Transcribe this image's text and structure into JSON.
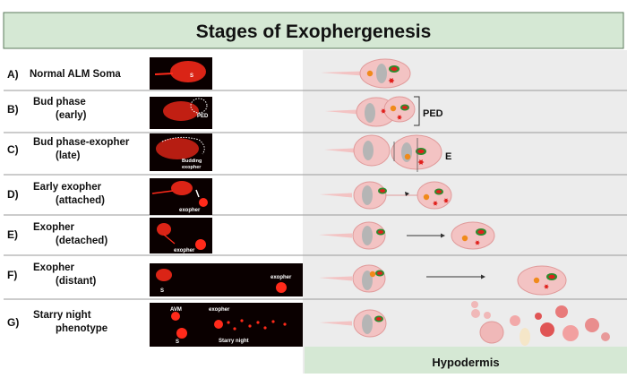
{
  "title": "Stages of Exophergenesis",
  "footer_label": "Hypodermis",
  "rows": [
    {
      "letter": "A)",
      "label": [
        "Normal ALM Soma"
      ],
      "micro": [
        "S"
      ]
    },
    {
      "letter": "B)",
      "label": [
        "Bud phase",
        "(early)"
      ],
      "micro": [
        "PED"
      ],
      "side_label": "PED"
    },
    {
      "letter": "C)",
      "label": [
        "Bud phase-exopher",
        "(late)"
      ],
      "micro": [
        "Budding",
        "exopher"
      ],
      "side_label": "E"
    },
    {
      "letter": "D)",
      "label": [
        "Early exopher",
        "(attached)"
      ],
      "micro": [
        "exopher"
      ]
    },
    {
      "letter": "E)",
      "label": [
        "Exopher",
        "(detached)"
      ],
      "micro": [
        "exopher"
      ]
    },
    {
      "letter": "F)",
      "label": [
        "Exopher",
        "(distant)"
      ],
      "micro": [
        "S",
        "exopher"
      ]
    },
    {
      "letter": "G)",
      "label": [
        "Starry night",
        "phenotype"
      ],
      "micro": [
        "AVM",
        "exopher",
        "S",
        "Starry night"
      ]
    }
  ],
  "colors": {
    "title_bg": "#d5e8d4",
    "panel_bg": "#ececec",
    "footer_bg": "#d5e8d4",
    "cell": "#f3c3c3",
    "cell_stroke": "#e09a9a",
    "nucleus": "#b5b5b5",
    "green": "#2e8b2e",
    "red_aggregate": "#e0201c",
    "orange": "#f08a1a",
    "micrograph_bg": "#0a0000",
    "micrograph_signal": "#ff2a1a"
  }
}
